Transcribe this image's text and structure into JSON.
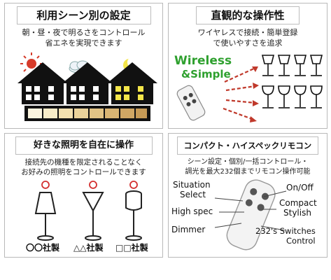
{
  "panels": {
    "scene": {
      "title": "利用シーン別の設定",
      "caption_line1": "朝・昼・夜で明るさをコントロール",
      "caption_line2": "省エネを実現できます"
    },
    "wireless": {
      "title": "直観的な操作性",
      "caption_line1": "ワイヤレスで接続・簡単登録",
      "caption_line2": "で使いやすさを追求",
      "logo_line1": "Wireless",
      "logo_line2": "&Simple"
    },
    "free": {
      "title": "好きな照明を自在に操作",
      "caption_line1": "接続先の機種を限定されることなく",
      "caption_line2": "お好みの照明をコントロールできます",
      "lamps": [
        {
          "label": "〇〇社製"
        },
        {
          "label": "△△社製"
        },
        {
          "label": "□□社製"
        }
      ]
    },
    "remote": {
      "title": "コンパクト・ハイスペックリモコン",
      "caption_line1": "シーン設定・個別/一括コントロール・",
      "caption_line2": "調光を最大232個までリモコン操作可能",
      "labels": {
        "situation_line1": "Situation",
        "situation_line2": "Select",
        "highspec": "High spec",
        "dimmer": "Dimmer",
        "onoff": "On/Off",
        "compact_line1": "Compact",
        "compact_line2": "Stylish",
        "switches_line1": "232's Switches",
        "switches_line2": "Control"
      }
    }
  },
  "colors": {
    "accent_green": "#2ea02e",
    "arrow_red": "#c0392b",
    "house": "#111111",
    "window_lit": "#f4e64a",
    "lamp_red": "#d32f2f"
  },
  "icons": [
    "sun-icon",
    "cloud-icon",
    "moon-icon",
    "house-icon",
    "remote-icon",
    "lamp-icon",
    "arrow-icon"
  ]
}
